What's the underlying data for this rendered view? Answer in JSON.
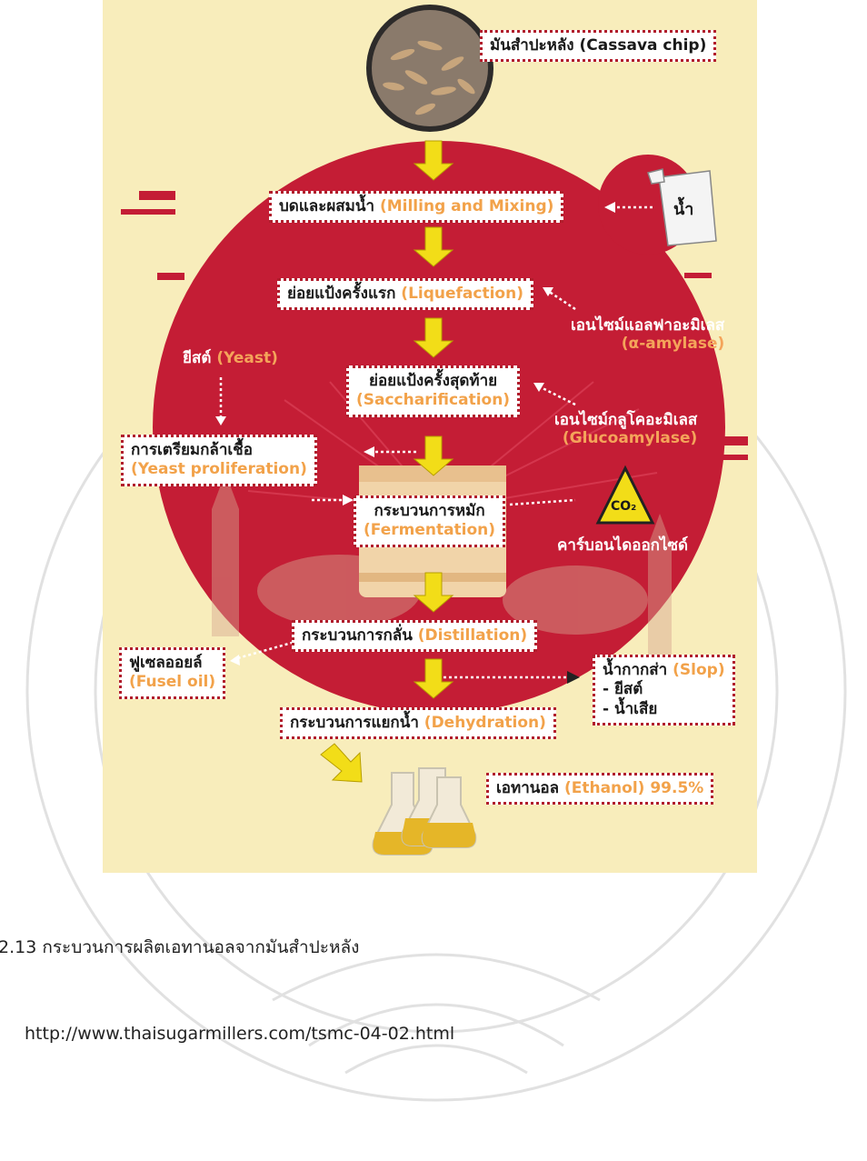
{
  "diagram": {
    "source_input": "มันสำปะหลัง (Cassava chip)",
    "water": "น้ำ",
    "steps": {
      "milling_th": "บดและผสมน้ำ",
      "milling_en": "(Milling and Mixing)",
      "liquefaction_th": "ย่อยแป้งครั้งแรก",
      "liquefaction_en": "(Liquefaction)",
      "saccharification_th": "ย่อยแป้งครั้งสุดท้าย",
      "saccharification_en": "(Saccharification)",
      "fermentation_th": "กระบวนการหมัก",
      "fermentation_en": "(Fermentation)",
      "distillation_th": "กระบวนการกลั่น",
      "distillation_en": "(Distillation)",
      "dehydration_th": "กระบวนการแยกน้ำ",
      "dehydration_en": "(Dehydration)"
    },
    "enzymes": {
      "alpha_th": "เอนไซม์แอลฟาอะมิเลส",
      "alpha_en": "(α-amylase)",
      "gluco_th": "เอนไซม์กลูโคอะมิเลส",
      "gluco_en": "(Glucoamylase)"
    },
    "yeast": {
      "label_th": "ยีสต์",
      "label_en": "(Yeast)",
      "prolif_th": "การเตรียมกล้าเชื้อ",
      "prolif_en": "(Yeast proliferation)"
    },
    "co2": {
      "symbol": "CO₂",
      "label_th": "คาร์บอนไดออกไซด์"
    },
    "fusel": {
      "th": "ฟูเซลออยล์",
      "en": "(Fusel oil)"
    },
    "slop": {
      "th": "น้ำกากส่า",
      "en": "(Slop)",
      "item1": "- ยีสต์",
      "item2": "- น้ำเสีย"
    },
    "ethanol": {
      "th": "เอทานอล",
      "en": "(Ethanol) 99.5%"
    }
  },
  "caption": {
    "figure": "2.13  กระบวนการผลิตเอทานอลจากมันสำปะหลัง",
    "source_url": "http://www.thaisugarmillers.com/tsmc-04-02.html"
  },
  "colors": {
    "red": "#c41d35",
    "cream": "#f8edbb",
    "yellow_arrow": "#f2dd18",
    "orange_text": "#f2a24a",
    "box_border": "#b11d2c"
  }
}
